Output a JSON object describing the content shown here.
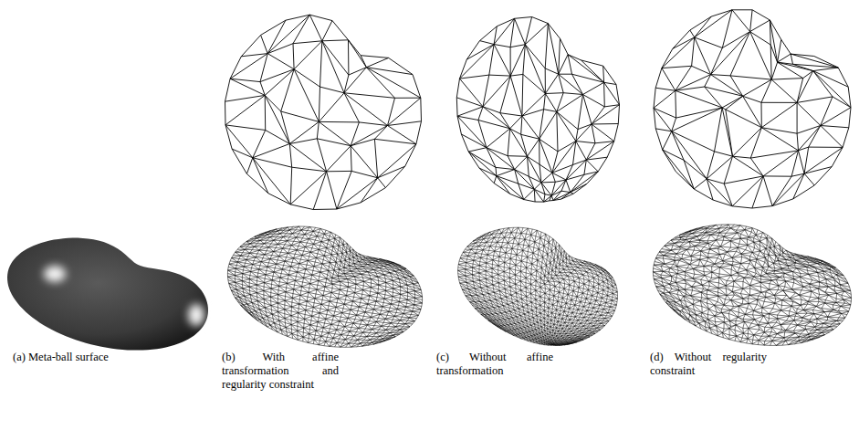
{
  "diagram": {
    "labels": [
      "(a) Meta-ball surface",
      "(b) With affine transformation and regularity constraint",
      "(c) Without affine transformation",
      "(d) Without regularity constraint"
    ]
  }
}
